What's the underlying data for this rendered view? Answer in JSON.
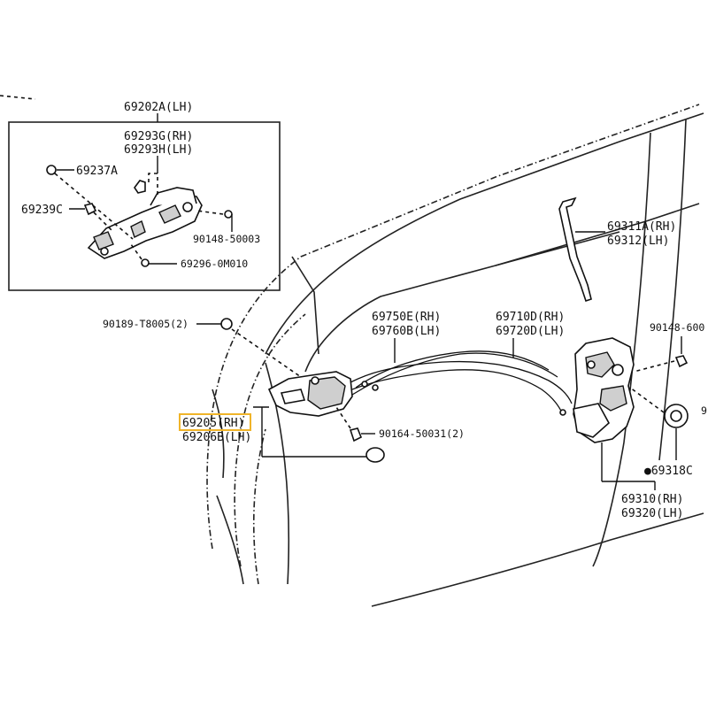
{
  "callouts": {
    "p69202A": "69202A(LH)",
    "p69293G": "69293G(RH)",
    "p69293H": "69293H(LH)",
    "p69237A": "69237A",
    "p69239C": "69239C",
    "p90148_50003": "90148-50003",
    "p69296": "69296-0M010",
    "p90189": "90189-T8005(2)",
    "p69750E": "69750E(RH)",
    "p69760B": "69760B(LH)",
    "p69710D": "69710D(RH)",
    "p69720D": "69720D(LH)",
    "p69311A": "69311A(RH)",
    "p69312": "69312(LH)",
    "p90148_600": "90148-600",
    "p69205": "69205(RH)",
    "p69206B": "69206B(LH)",
    "p90164": "90164-50031(2)",
    "p69318C": "●69318C",
    "p69310": "69310(RH)",
    "p69320": "69320(LH)",
    "p9_edge": "9"
  },
  "highlight_color": "#f0b429"
}
